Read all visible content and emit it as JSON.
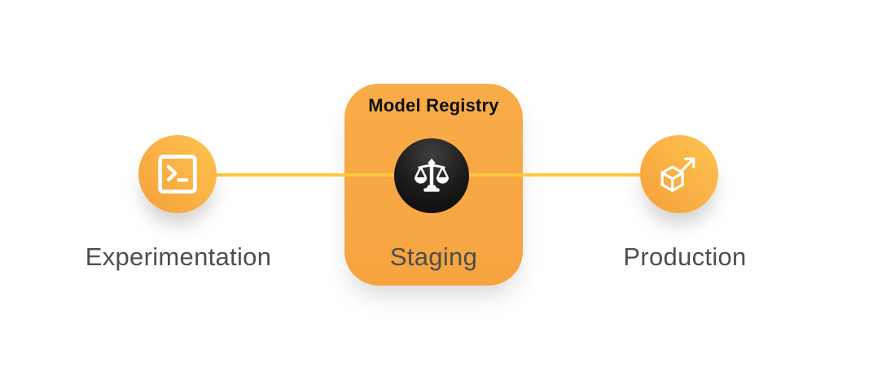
{
  "pipeline": {
    "stages": [
      {
        "id": "experimentation",
        "label": "Experimentation",
        "icon": "terminal-icon"
      },
      {
        "id": "staging",
        "label": "Staging",
        "container_label": "Model Registry",
        "icon": "balance-scale-icon"
      },
      {
        "id": "production",
        "label": "Production",
        "icon": "cube-arrow-icon"
      }
    ],
    "colors": {
      "node_gradient_light": "#fdc350",
      "node_gradient_dark": "#f5a03a",
      "registry_box_orange": "#f7a844",
      "connector_yellow": "#ffc73e",
      "dark_circle_black": "#1b1a19",
      "stage_label_gray": "#4e4e4e",
      "registry_label_black": "#0e0e0e",
      "icon_white": "#ffffff",
      "background": "#ffffff"
    }
  }
}
